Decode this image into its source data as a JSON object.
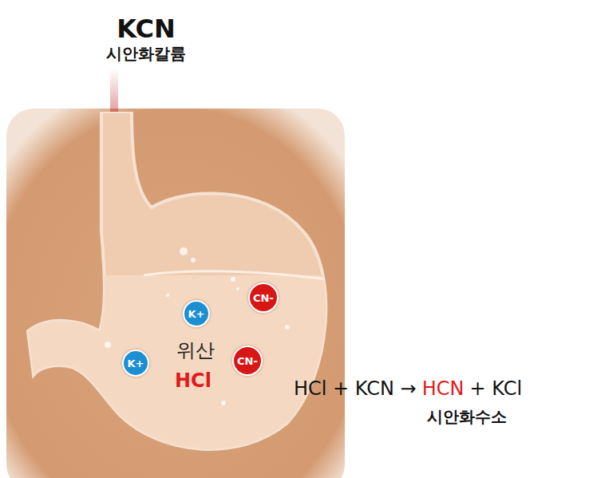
{
  "diagram": {
    "nodes": [
      {
        "text": [
          "위산",
          "HCl"
        ]
      },
      {
        "text": [
          "K+"
        ],
        "in": 0
      },
      {
        "text": [
          "CN-"
        ],
        "in": 0
      },
      {
        "text": [
          "K+"
        ],
        "in": 0
      },
      {
        "text": [
          "CN-"
        ],
        "in": 0
      }
    ],
    "labels": [
      "KCN",
      "시안화칼륨",
      "HCl + KCN →",
      "HCN",
      "+ KCl",
      "시안화수소"
    ]
  }
}
